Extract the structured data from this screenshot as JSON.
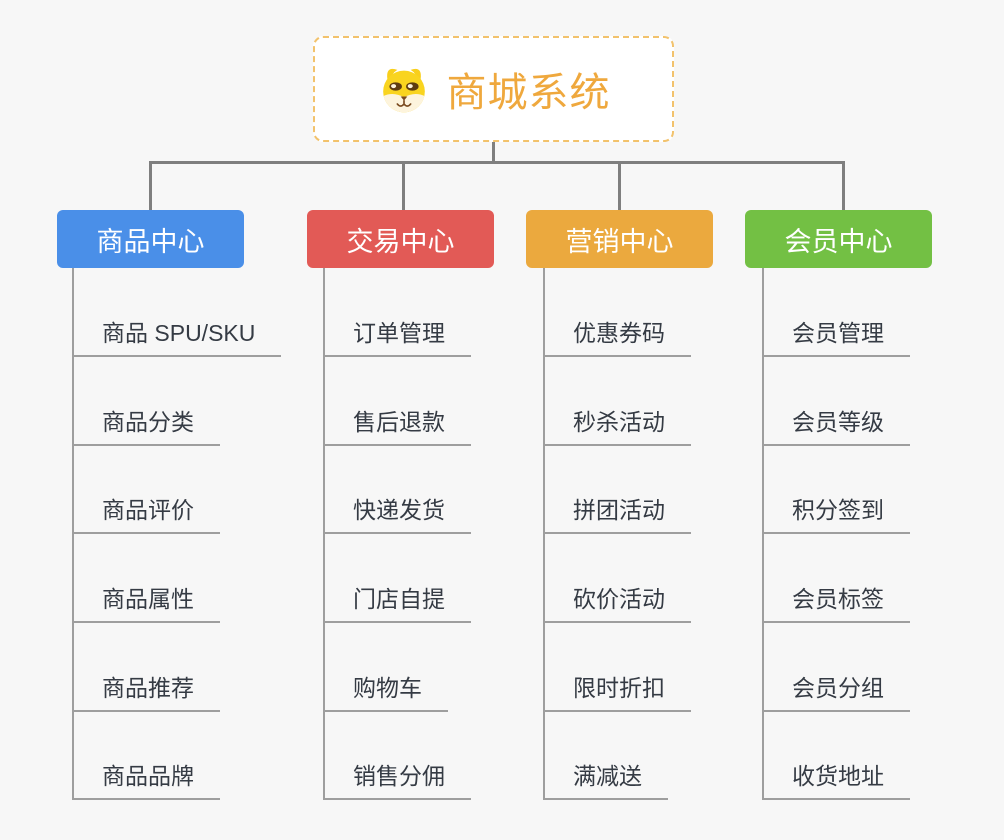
{
  "page": {
    "background_color": "#f7f7f7",
    "connector_color": "#7f7f7f",
    "underline_color": "#9e9e9e",
    "leaf_text_color": "#353b44"
  },
  "root": {
    "label": "商城系统",
    "icon": "dog-face-icon",
    "text_color": "#efa83d",
    "border_color": "#f2c26c"
  },
  "branches": [
    {
      "label": "商品中心",
      "color": "#4a8fe8",
      "items": [
        "商品 SPU/SKU",
        "商品分类",
        "商品评价",
        "商品属性",
        "商品推荐",
        "商品品牌"
      ]
    },
    {
      "label": "交易中心",
      "color": "#e25a56",
      "items": [
        "订单管理",
        "售后退款",
        "快递发货",
        "门店自提",
        "购物车",
        "销售分佣"
      ]
    },
    {
      "label": "营销中心",
      "color": "#eba93e",
      "items": [
        "优惠券码",
        "秒杀活动",
        "拼团活动",
        "砍价活动",
        "限时折扣",
        "满减送"
      ]
    },
    {
      "label": "会员中心",
      "color": "#73c044",
      "items": [
        "会员管理",
        "会员等级",
        "积分签到",
        "会员标签",
        "会员分组",
        "收货地址"
      ]
    }
  ]
}
